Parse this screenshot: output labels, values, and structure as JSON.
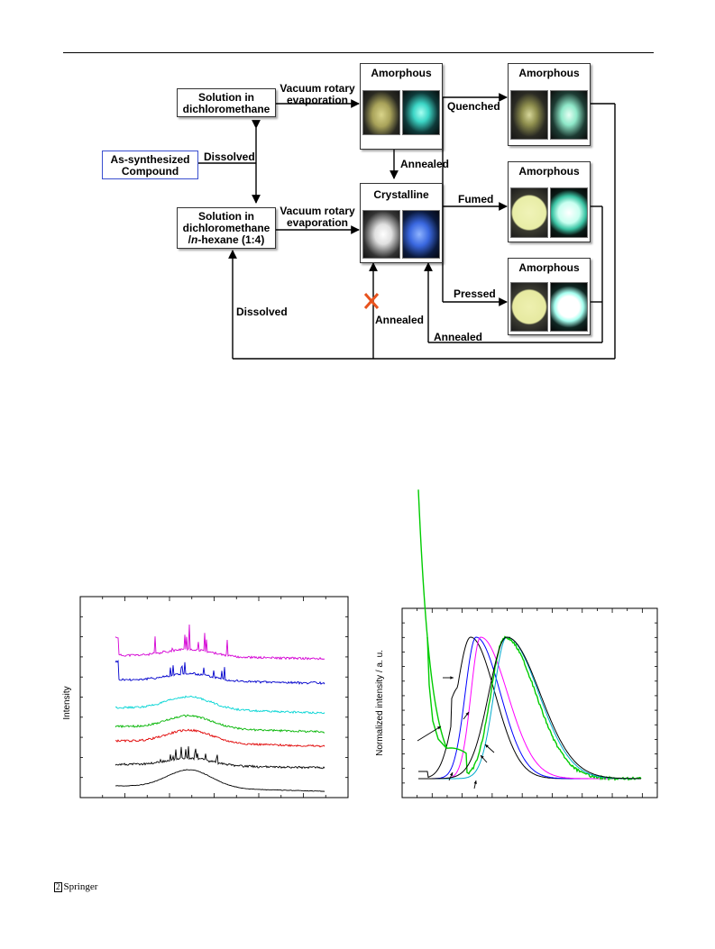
{
  "flowchart": {
    "boxes": {
      "solution_dcm": "Solution in dichloromethane",
      "solution_dcm_line1": "Solution in",
      "solution_dcm_line2": "dichloromethane",
      "solution_mix_line1": "Solution in",
      "solution_mix_line2": "dichloromethane",
      "solution_mix_line3_prefix": "/",
      "solution_mix_line3_italic": "n",
      "solution_mix_line3_suffix": "-hexane (1:4)",
      "as_synth_line1": "As-synthesized",
      "as_synth_line2": "Compound",
      "amorphous": "Amorphous",
      "crystalline": "Crystalline"
    },
    "edges": {
      "vac_top_line1": "Vacuum rotary",
      "vac_top_line2": "evaporation",
      "vac_bot_line1": "Vacuum rotary",
      "vac_bot_line2": "evaporation",
      "dissolved_top": "Dissolved",
      "dissolved_bottom": "Dissolved",
      "annealed_mid": "Annealed",
      "annealed_low": "Annealed",
      "annealed_bottom": "Annealed",
      "quenched": "Quenched",
      "fumed": "Fumed",
      "pressed": "Pressed"
    },
    "colors": {
      "blocked_cross": "#e8531e",
      "as_synth_border": "#3a4fd0"
    }
  },
  "left_plot": {
    "ylabel": "Intensity",
    "trace_colors": [
      "#d400d4",
      "#0000cc",
      "#00d4d4",
      "#00b400",
      "#e00000",
      "#000000",
      "#000000"
    ]
  },
  "right_plot": {
    "ylabel": "Normalized intensity / a. u.",
    "trace_colors": [
      "#000000",
      "#0000ff",
      "#ff00ff",
      "#00cc00",
      "#00aacc",
      "#000000"
    ]
  },
  "footer": {
    "publisher": "Springer",
    "logo_text": "2"
  }
}
